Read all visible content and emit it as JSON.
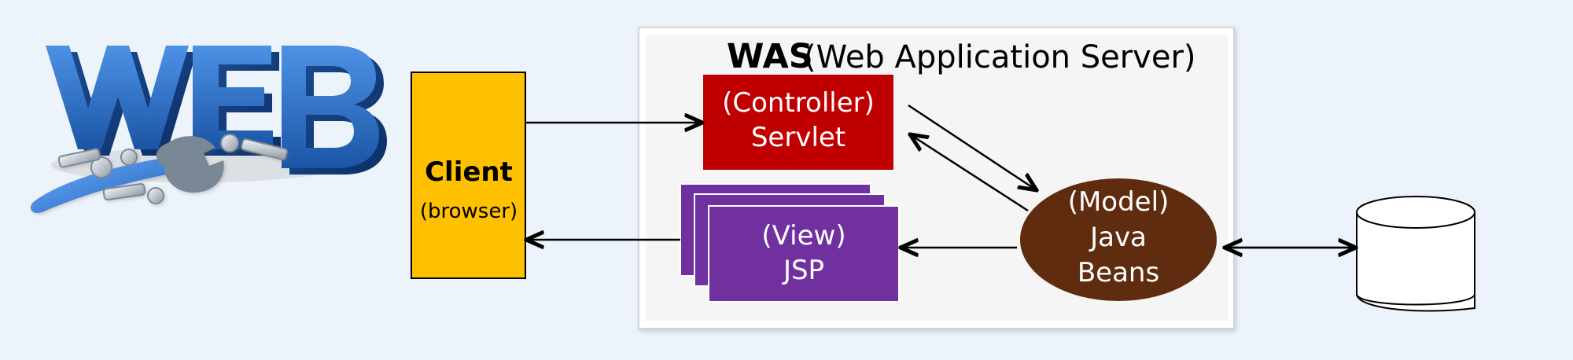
{
  "logo": {
    "text": "WEB",
    "icon": "wrench-bolts-icon",
    "colors": {
      "letters": "#1d63b7",
      "letters_dark": "#0f3f82",
      "wrench": "#2f74cf",
      "metal": "#b7c1cc"
    }
  },
  "client": {
    "title": "Client",
    "subtitle": "(browser)",
    "fill": "#ffc000"
  },
  "was": {
    "title_bold": "WAS",
    "title_rest": "(Web Application Server)"
  },
  "servlet": {
    "line1": "(Controller)",
    "line2": "Servlet",
    "fill": "#c00000"
  },
  "view": {
    "line1": "(View)",
    "line2": "JSP",
    "fill": "#7030a0"
  },
  "model": {
    "line1": "(Model)",
    "line2": "Java",
    "line3": "Beans",
    "fill": "#5f2c10"
  },
  "database": {
    "icon": "database-icon"
  }
}
